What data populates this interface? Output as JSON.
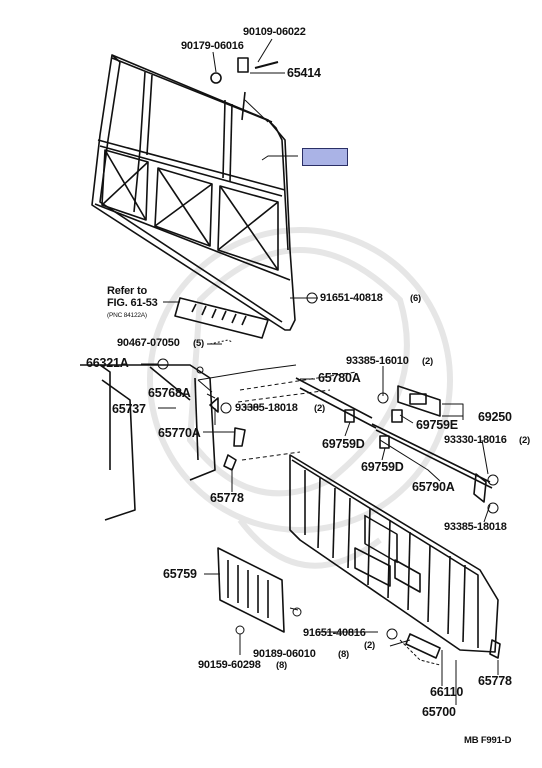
{
  "part_labels": {
    "p90109_06022": "90109-06022",
    "p90179_06016": "90179-06016",
    "p65414": "65414",
    "refer_to": "Refer to",
    "fig_ref": "FIG. 61-53",
    "pnc_ref": "(PNC 84122A)",
    "p91651_40818": "91651-40818",
    "p91651_40818_qty": "(6)",
    "p90467_07050": "90467-07050",
    "p90467_07050_qty": "(5)",
    "p66321A": "66321A",
    "p93385_16010": "93385-16010",
    "p93385_16010_qty": "(2)",
    "p65768A": "65768A",
    "p65780A": "65780A",
    "p65737": "65737",
    "p93385_18018_a": "93385-18018",
    "p93385_18018_a_qty": "(2)",
    "p69250": "69250",
    "p69759E": "69759E",
    "p65770A": "65770A",
    "p69759D_a": "69759D",
    "p93330_18016": "93330-18016",
    "p93330_18016_qty": "(2)",
    "p69759D_b": "69759D",
    "p65790A": "65790A",
    "p65778_a": "65778",
    "p93385_18018_b": "93385-18018",
    "p65759": "65759",
    "p91651_40816": "91651-40816",
    "p91651_40816_qty": "(2)",
    "p90189_06010": "90189-06010",
    "p90189_06010_qty": "(8)",
    "p90159_60298": "90159-60298",
    "p90159_60298_qty": "(8)",
    "p66110": "66110",
    "p65778_b": "65778",
    "p65700": "65700",
    "figure_code": "MB F991-D"
  },
  "colors": {
    "highlight_fill": "#aab3e6",
    "highlight_border": "#2a2f66",
    "line": "#111111",
    "watermark": "#e6e6e6"
  }
}
